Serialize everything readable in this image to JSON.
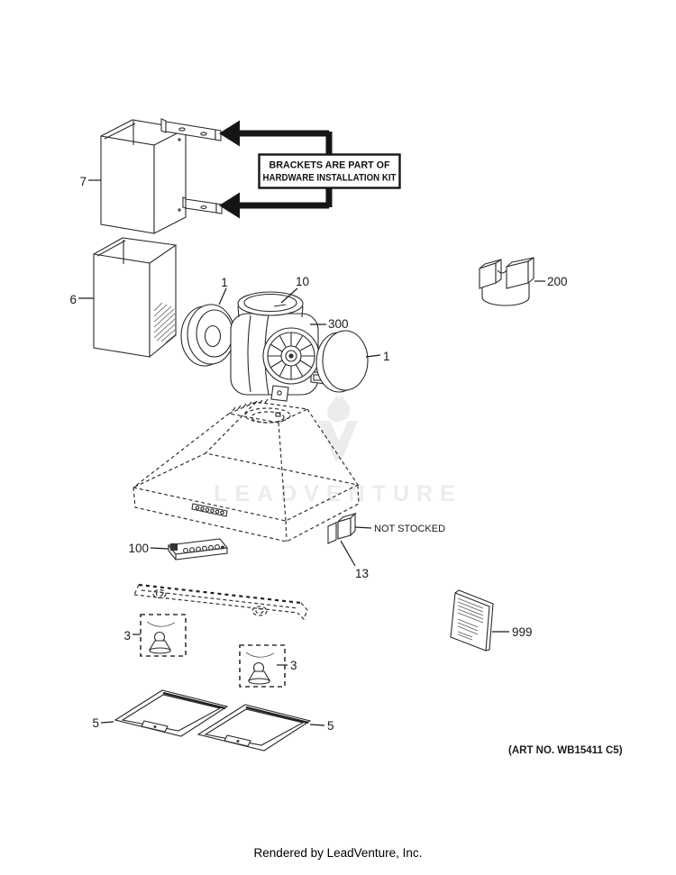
{
  "diagram": {
    "callout": {
      "line1": "BRACKETS ARE PART OF",
      "line2": "HARDWARE INSTALLATION KIT"
    },
    "labels": {
      "upper_chimney": "7",
      "lower_chimney": "6",
      "damper_left": "1",
      "outlet_collar": "10",
      "blower_motor": "300",
      "damper_right": "1",
      "duct_adapter": "200",
      "control_switch": "100",
      "not_stocked_part": "13",
      "not_stocked_note": "NOT STOCKED",
      "lamp_left": "3",
      "lamp_right": "3",
      "filter_left": "5",
      "filter_right": "5",
      "literature": "999"
    },
    "art_number": "(ART NO. WB15411 C5)",
    "watermark_text": "LEADVENTURE",
    "footer": "Rendered by LeadVenture, Inc.",
    "colors": {
      "line": "#2b2b2b",
      "watermark": "#ececec",
      "callout_border": "#151515"
    }
  }
}
